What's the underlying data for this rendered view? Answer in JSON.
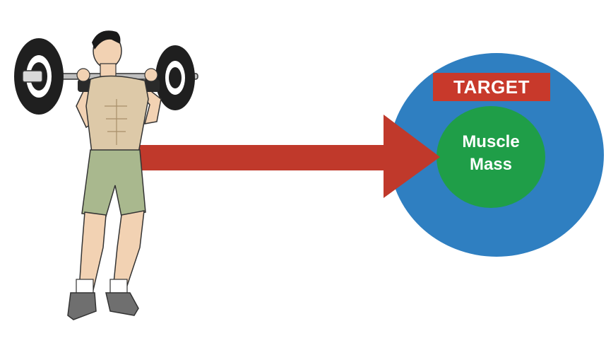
{
  "target": {
    "label": "TARGET",
    "core_line1": "Muscle",
    "core_line2": "Mass"
  },
  "colors": {
    "outer_ring": "#2f7fc1",
    "core": "#1f9e48",
    "label_bg": "#c8392b",
    "arrow": "#c0392b"
  },
  "figure": {
    "description_icon": "barbell-lifter-icon"
  }
}
